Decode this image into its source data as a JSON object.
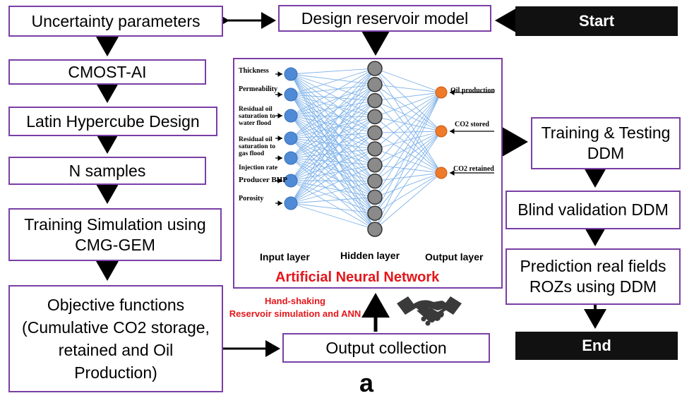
{
  "left_column": {
    "uncertainty": "Uncertainty parameters",
    "cmost": "CMOST-AI",
    "latin": "Latin Hypercube Design",
    "nsamples": "N samples",
    "training_sim_line1": "Training Simulation using",
    "training_sim_line2": "CMG-GEM",
    "objective_line1": "Objective functions",
    "objective_line2": "(Cumulative CO2 storage,",
    "objective_line3": "retained and Oil",
    "objective_line4": "Production)"
  },
  "center": {
    "design_model": "Design reservoir model",
    "output_collection": "Output collection",
    "handshake_line1": "Hand-shaking",
    "handshake_line2": "Reservoir simulation and ANN"
  },
  "right_column": {
    "start": "Start",
    "training_testing_line1": "Training & Testing",
    "training_testing_line2": "DDM",
    "blind_validation": "Blind validation DDM",
    "prediction_line1": "Prediction real fields",
    "prediction_line2": "ROZs using DDM",
    "end": "End"
  },
  "ann": {
    "title": "Artificial Neural Network",
    "input_layer_label": "Input layer",
    "hidden_layer_label": "Hidden layer",
    "output_layer_label": "Output layer",
    "inputs": {
      "thickness": "Thickness",
      "permeability": "Permeability",
      "residual_water_1": "Residual oil",
      "residual_water_2": "saturation to",
      "residual_water_3": "water flood",
      "residual_gas_1": "Residual oil",
      "residual_gas_2": "saturation to",
      "residual_gas_3": "gas flood",
      "injection_rate": "Injection rate",
      "producer_bhp": "Producer BHP",
      "porosity": "Porosity"
    },
    "outputs": {
      "oil_production": "Oil production",
      "co2_stored": "CO2 stored",
      "co2_retained": "CO2 retained"
    }
  },
  "figure_label": "a",
  "colors": {
    "box_border": "#7a3fa6",
    "input_node": "#4f8ad6",
    "hidden_node": "#8a8a8a",
    "output_node": "#ef7a2a",
    "ann_title": "#e4161b",
    "dark_box": "#111111"
  }
}
